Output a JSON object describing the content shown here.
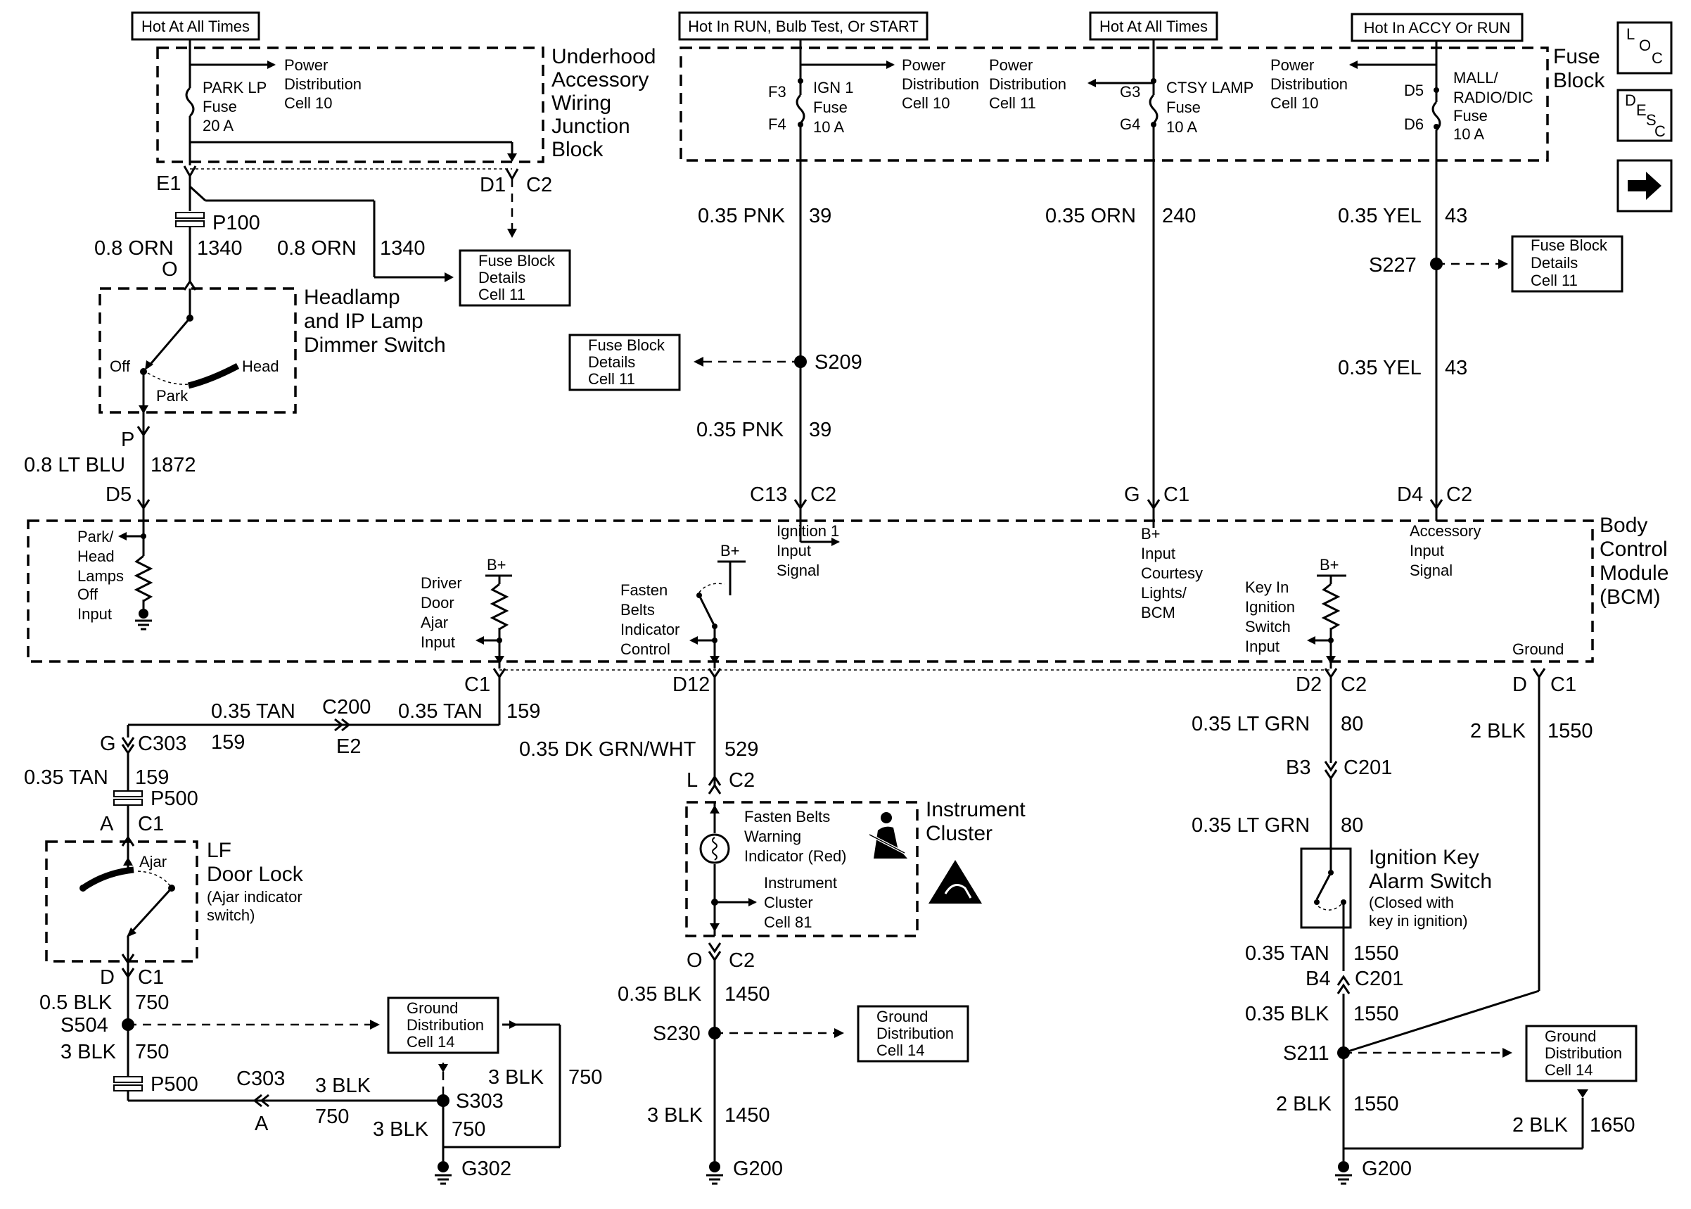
{
  "supply_labels": {
    "hot_all_times_left": "Hot At All Times",
    "hot_run": "Hot In RUN, Bulb Test, Or START",
    "hot_all_times_mid": "Hot At All Times",
    "hot_accy": "Hot In ACCY Or RUN"
  },
  "blocks": {
    "underhood": [
      "Underhood",
      "Accessory",
      "Wiring",
      "Junction",
      "Block"
    ],
    "fuse_block": [
      "Fuse",
      "Block"
    ],
    "bcm": [
      "Body",
      "Control",
      "Module",
      "(BCM)"
    ],
    "instrument_cluster": [
      "Instrument",
      "Cluster"
    ]
  },
  "fuses": {
    "park_lp": [
      "PARK LP",
      "Fuse",
      "20 A"
    ],
    "ign1": [
      "IGN 1",
      "Fuse",
      "10 A"
    ],
    "ctsy": [
      "CTSY LAMP",
      "Fuse",
      "10 A"
    ],
    "mall": [
      "MALL/",
      "RADIO/DIC",
      "Fuse",
      "10 A"
    ]
  },
  "pins": {
    "f3": "F3",
    "f4": "F4",
    "g3": "G3",
    "g4": "G4",
    "d5": "D5",
    "d6": "D6",
    "e1": "E1",
    "d1": "D1",
    "c2": "C2"
  },
  "power_dist": {
    "cell10a": [
      "Power",
      "Distribution",
      "Cell 10"
    ],
    "cell10b": [
      "Power",
      "Distribution",
      "Cell 10"
    ],
    "cell11": [
      "Power",
      "Distribution",
      "Cell 11"
    ],
    "cell10c": [
      "Power",
      "Distribution",
      "Cell 10"
    ]
  },
  "refs": {
    "fuse_details_1": [
      "Fuse Block",
      "Details",
      "Cell 11"
    ],
    "fuse_details_2": [
      "Fuse Block",
      "Details",
      "Cell 11"
    ],
    "fuse_details_3": [
      "Fuse Block",
      "Details",
      "Cell 11"
    ],
    "ground_1": [
      "Ground",
      "Distribution",
      "Cell 14"
    ],
    "ground_2": [
      "Ground",
      "Distribution",
      "Cell 14"
    ],
    "ground_3": [
      "Ground",
      "Distribution",
      "Cell 14"
    ]
  },
  "nav": {
    "loc": [
      "L",
      "O",
      "C"
    ],
    "desc": [
      "D",
      "E",
      "S",
      "C"
    ],
    "next_icon": "right-arrow-icon"
  },
  "wires": {
    "w1340a_color": "0.8 ORN",
    "w1340a_num": "1340",
    "w1340b_color": "0.8 ORN",
    "w1340b_num": "1340",
    "w1872_color": "0.8 LT BLU",
    "w1872_num": "1872",
    "w39a_color": "0.35 PNK",
    "w39a_num": "39",
    "w39b_color": "0.35 PNK",
    "w39b_num": "39",
    "w240_color": "0.35 ORN",
    "w240_num": "240",
    "w43a_color": "0.35 YEL",
    "w43a_num": "43",
    "w43b_color": "0.35 YEL",
    "w43b_num": "43",
    "w159a_color": "0.35 TAN",
    "w159a_num": "159",
    "w159b_color": "0.35 TAN",
    "w159b_num": "159",
    "w159c_num": "159",
    "w159d_color": "0.35 TAN",
    "w159d_num": "159",
    "w529_color": "0.35 DK GRN/WHT",
    "w529_num": "529",
    "w80a_color": "0.35 LT GRN",
    "w80a_num": "80",
    "w80b_color": "0.35 LT GRN",
    "w80b_num": "80",
    "w1550blk_color": "2 BLK",
    "w1550blk_num": "1550",
    "w750a_color": "0.5 BLK",
    "w750a_num": "750",
    "w750b_color": "3 BLK",
    "w750b_num": "750",
    "w750c_color": "3 BLK",
    "w750c_num": "750",
    "w750d_color": "3 BLK",
    "w750d_num": "750",
    "w750e_color": "3 BLK",
    "w750e_num": "750",
    "w1450a_color": "0.35 BLK",
    "w1450a_num": "1450",
    "w1450b_color": "3 BLK",
    "w1450b_num": "1450",
    "w1550tan_color": "0.35 TAN",
    "w1550tan_num": "1550",
    "w1550c_color": "0.35 BLK",
    "w1550c_num": "1550",
    "w1550d_color": "2 BLK",
    "w1550d_num": "1550",
    "w1650_color": "2 BLK",
    "w1650_num": "1650"
  },
  "connectors": {
    "p100": "P100",
    "o": "O",
    "p": "P",
    "d5": "D5",
    "c13": "C13",
    "c13_c2": "C2",
    "g": "G",
    "g_c1": "C1",
    "d4": "D4",
    "d4_c2": "C2",
    "c1": "C1",
    "d12": "D12",
    "d2": "D2",
    "d2_c2": "C2",
    "d": "D",
    "d_c1": "C1",
    "c200": "C200",
    "e2": "E2",
    "g_c303": "G",
    "c303": "C303",
    "p500a": "P500",
    "a": "A",
    "a_c1": "C1",
    "d_door": "D",
    "d_door_c1": "C1",
    "p500b": "P500",
    "c303b": "C303",
    "a2": "A",
    "l": "L",
    "l_c2": "C2",
    "o2": "O",
    "o2_c2": "C2",
    "b3": "B3",
    "c201a": "C201",
    "b4": "B4",
    "c201b": "C201"
  },
  "splices": {
    "s209": "S209",
    "s227": "S227",
    "s504": "S504",
    "s303": "S303",
    "s230": "S230",
    "s211": "S211"
  },
  "grounds": {
    "g302": "G302",
    "g200a": "G200",
    "g200b": "G200"
  },
  "switches": {
    "headlamp": [
      "Headlamp",
      "and IP Lamp",
      "Dimmer Switch"
    ],
    "off": "Off",
    "head": "Head",
    "park": "Park",
    "door": [
      "LF",
      "Door Lock"
    ],
    "door_sub": [
      "(Ajar indicator",
      "switch)"
    ],
    "ajar": "Ajar",
    "ignkey": [
      "Ignition Key",
      "Alarm Switch"
    ],
    "ignkey_sub": [
      "(Closed with",
      "key in ignition)"
    ]
  },
  "bcm_inputs": {
    "park_head": [
      "Park/",
      "Head",
      "Lamps",
      "Off",
      "Input"
    ],
    "driver_door": [
      "Driver",
      "Door",
      "Ajar",
      "Input"
    ],
    "fasten": [
      "Fasten",
      "Belts",
      "Indicator",
      "Control"
    ],
    "ign1_input": [
      "Ignition 1",
      "Input",
      "Signal"
    ],
    "bplus_input": [
      "B+",
      "Input",
      "Courtesy",
      "Lights/",
      "BCM"
    ],
    "key_in": [
      "Key In",
      "Ignition",
      "Switch",
      "Input"
    ],
    "accessory": [
      "Accessory",
      "Input",
      "Signal"
    ],
    "ground": "Ground",
    "bplus": "B+"
  },
  "cluster": {
    "fasten_warning": [
      "Fasten Belts",
      "Warning",
      "Indicator (Red)"
    ],
    "cluster_ref": [
      "Instrument",
      "Cluster",
      "Cell 81"
    ]
  }
}
